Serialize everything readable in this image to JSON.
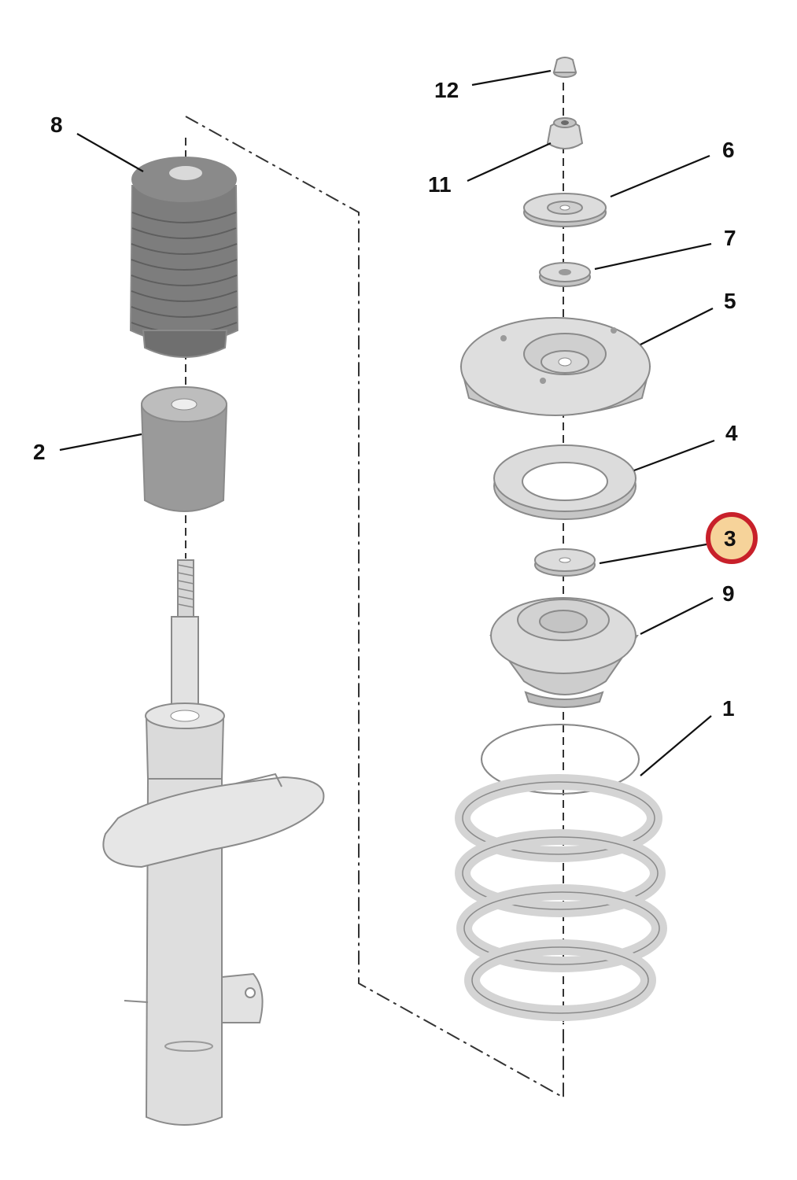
{
  "colors": {
    "part_fill": "#dcdcdc",
    "part_shade": "#c4c4c4",
    "part_outline": "#8a8a8a",
    "leader_line": "#111111",
    "highlight_fill": "#f6d39a",
    "highlight_ring": "#c8202a"
  },
  "highlighted_callout": "3",
  "callouts": [
    {
      "id": "c12",
      "label": "12"
    },
    {
      "id": "c8",
      "label": "8"
    },
    {
      "id": "c11",
      "label": "11"
    },
    {
      "id": "c6",
      "label": "6"
    },
    {
      "id": "c7",
      "label": "7"
    },
    {
      "id": "c5",
      "label": "5"
    },
    {
      "id": "c4",
      "label": "4"
    },
    {
      "id": "c2",
      "label": "2"
    },
    {
      "id": "c3",
      "label": "3"
    },
    {
      "id": "c9",
      "label": "9"
    },
    {
      "id": "c1",
      "label": "1"
    }
  ]
}
